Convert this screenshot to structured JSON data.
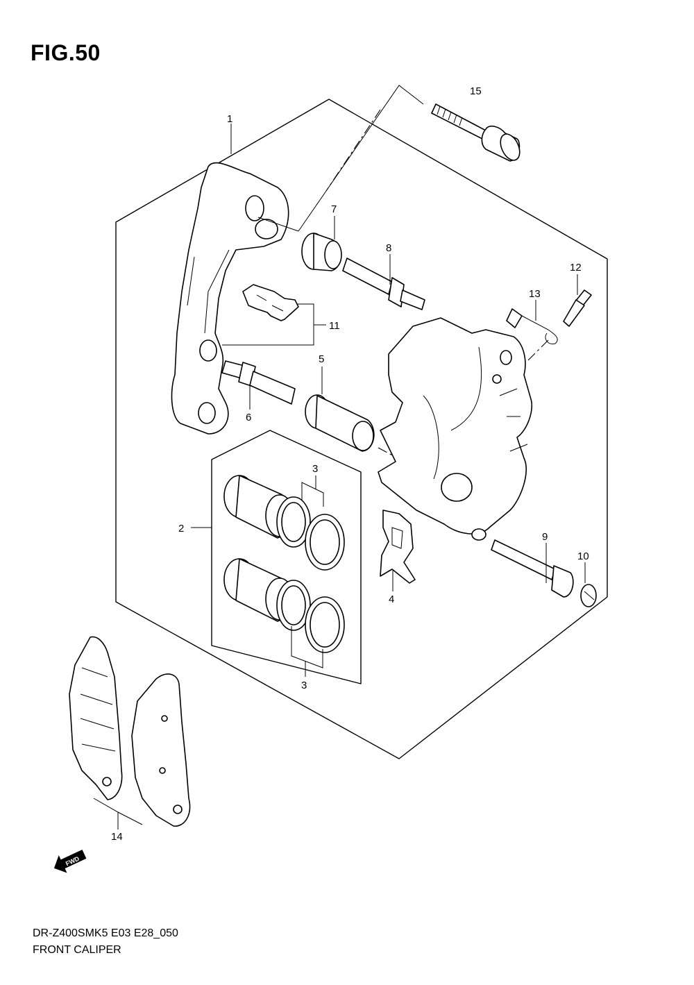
{
  "figure": {
    "title": "FIG.50",
    "model_code": "DR-Z400SMK5 E03 E28_050",
    "caption": "FRONT CALIPER"
  },
  "callouts": [
    {
      "id": "1",
      "label": "1"
    },
    {
      "id": "2",
      "label": "2"
    },
    {
      "id": "3a",
      "label": "3"
    },
    {
      "id": "3b",
      "label": "3"
    },
    {
      "id": "4",
      "label": "4"
    },
    {
      "id": "5",
      "label": "5"
    },
    {
      "id": "6",
      "label": "6"
    },
    {
      "id": "7",
      "label": "7"
    },
    {
      "id": "8",
      "label": "8"
    },
    {
      "id": "9",
      "label": "9"
    },
    {
      "id": "10",
      "label": "10"
    },
    {
      "id": "11",
      "label": "11"
    },
    {
      "id": "12",
      "label": "12"
    },
    {
      "id": "13",
      "label": "13"
    },
    {
      "id": "14",
      "label": "14"
    },
    {
      "id": "15",
      "label": "15"
    }
  ],
  "fwd_badge": "FWD",
  "icons": [
    "fwd-arrow-icon"
  ]
}
